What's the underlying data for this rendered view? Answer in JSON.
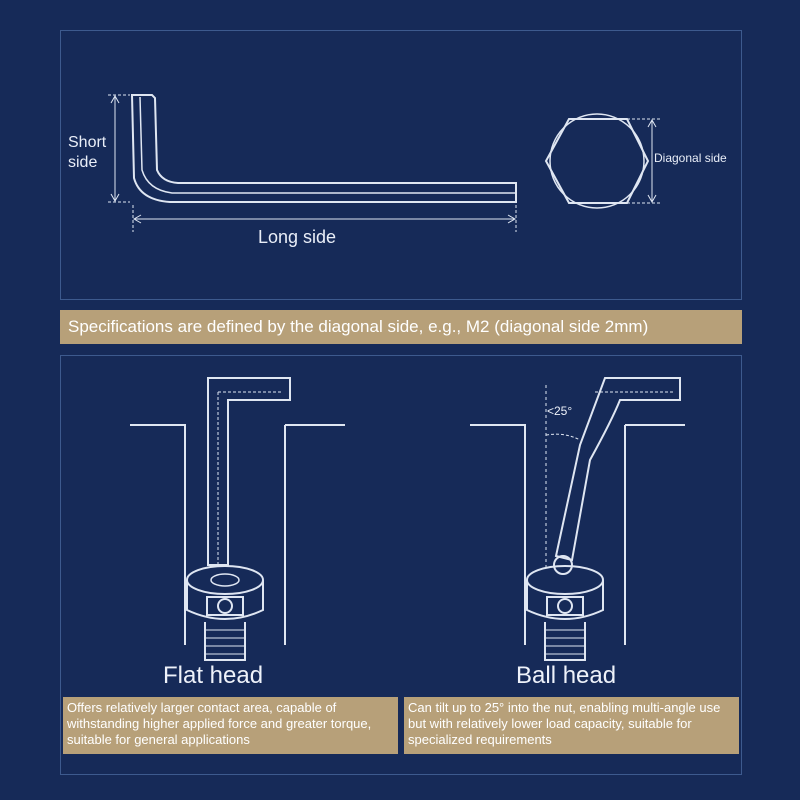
{
  "top": {
    "short_side": "Short side",
    "long_side": "Long side",
    "diagonal_side": "Diagonal side",
    "banner": "Specifications are defined by the diagonal side, e.g., M2 (diagonal side 2mm)"
  },
  "flat": {
    "title": "Flat head",
    "description": "Offers relatively larger contact area, capable of withstanding higher applied force and greater torque, suitable for general applications"
  },
  "ball": {
    "title": "Ball head",
    "angle": "<25°",
    "description": "Can tilt up to 25° into the nut, enabling multi-angle use but with relatively lower load capacity, suitable for specialized requirements"
  },
  "colors": {
    "background": "#162a58",
    "line": "#dfe6f2",
    "banner": "#b7a079"
  }
}
